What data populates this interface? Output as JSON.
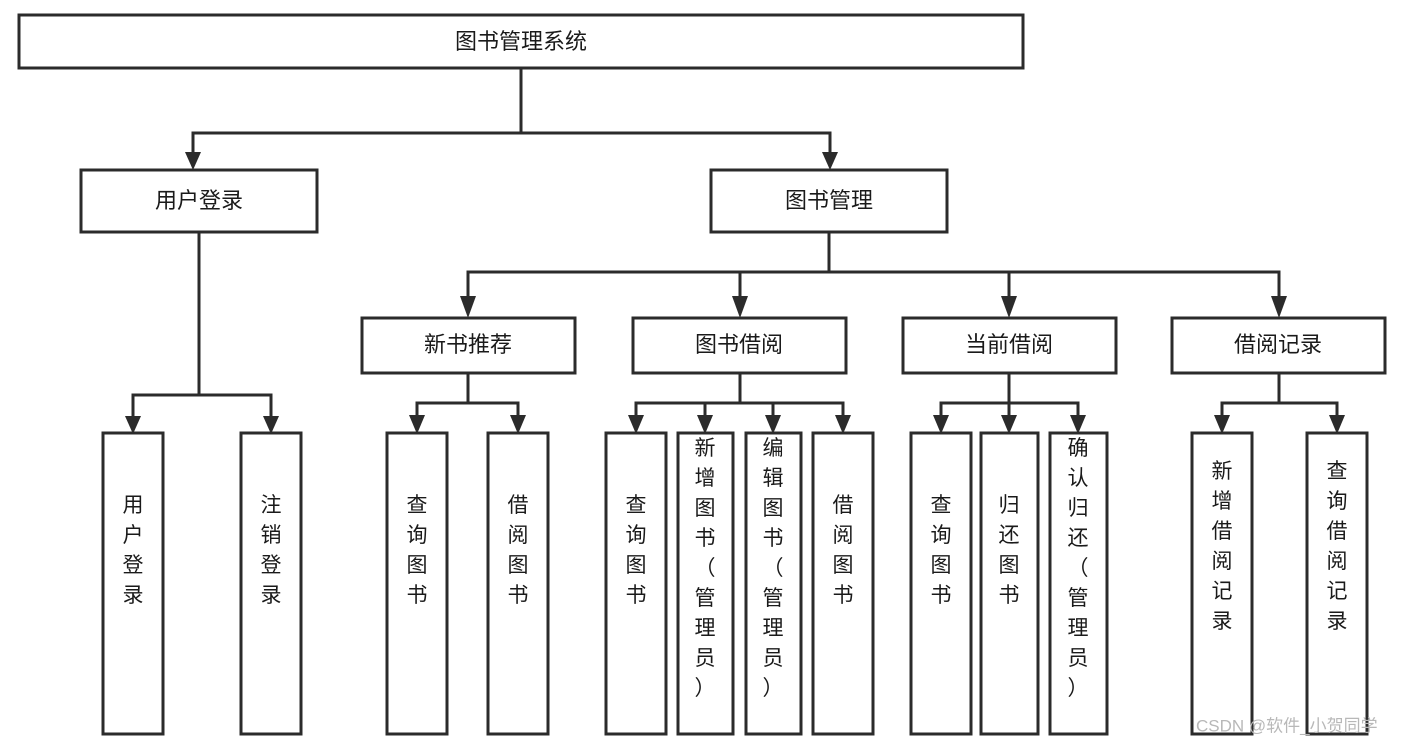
{
  "diagram": {
    "title": "图书管理系统",
    "type": "tree-structure-chart",
    "watermark": "CSDN @软件_小贺同学",
    "colors": {
      "stroke": "#2b2b2b",
      "box_fill": "#ffffff",
      "text": "#1a1a1a",
      "background": "#ffffff",
      "watermark": "#b8b8b8"
    },
    "nodes": {
      "root": {
        "label": "图书管理系统",
        "orientation": "horizontal"
      },
      "level2": [
        {
          "id": "user-login",
          "label": "用户登录",
          "orientation": "horizontal"
        },
        {
          "id": "book-management",
          "label": "图书管理",
          "orientation": "horizontal"
        }
      ],
      "level3": [
        {
          "id": "new-book-recommend",
          "label": "新书推荐",
          "orientation": "horizontal"
        },
        {
          "id": "book-borrow",
          "label": "图书借阅",
          "orientation": "horizontal"
        },
        {
          "id": "current-borrow",
          "label": "当前借阅",
          "orientation": "horizontal"
        },
        {
          "id": "borrow-record",
          "label": "借阅记录",
          "orientation": "horizontal"
        }
      ],
      "leaves": [
        {
          "id": "leaf-user-login",
          "label": "用户登录",
          "parent": "user-login",
          "orientation": "vertical"
        },
        {
          "id": "leaf-logout-login",
          "label": "注销登录",
          "parent": "user-login",
          "orientation": "vertical"
        },
        {
          "id": "leaf-query-book-1",
          "label": "查询图书",
          "parent": "new-book-recommend",
          "orientation": "vertical"
        },
        {
          "id": "leaf-borrow-book-1",
          "label": "借阅图书",
          "parent": "new-book-recommend",
          "orientation": "vertical"
        },
        {
          "id": "leaf-query-book-2",
          "label": "查询图书",
          "parent": "book-borrow",
          "orientation": "vertical"
        },
        {
          "id": "leaf-add-book",
          "label": "新增图书（管理员）",
          "parent": "book-borrow",
          "orientation": "vertical"
        },
        {
          "id": "leaf-edit-book",
          "label": "编辑图书（管理员）",
          "parent": "book-borrow",
          "orientation": "vertical"
        },
        {
          "id": "leaf-borrow-book-2",
          "label": "借阅图书",
          "parent": "book-borrow",
          "orientation": "vertical"
        },
        {
          "id": "leaf-query-book-3",
          "label": "查询图书",
          "parent": "current-borrow",
          "orientation": "vertical"
        },
        {
          "id": "leaf-return-book",
          "label": "归还图书",
          "parent": "current-borrow",
          "orientation": "vertical"
        },
        {
          "id": "leaf-confirm-return",
          "label": "确认归还（管理员）",
          "parent": "current-borrow",
          "orientation": "vertical"
        },
        {
          "id": "leaf-add-record",
          "label": "新增借阅记录",
          "parent": "borrow-record",
          "orientation": "vertical"
        },
        {
          "id": "leaf-query-record",
          "label": "查询借阅记录",
          "parent": "borrow-record",
          "orientation": "vertical"
        }
      ]
    }
  }
}
